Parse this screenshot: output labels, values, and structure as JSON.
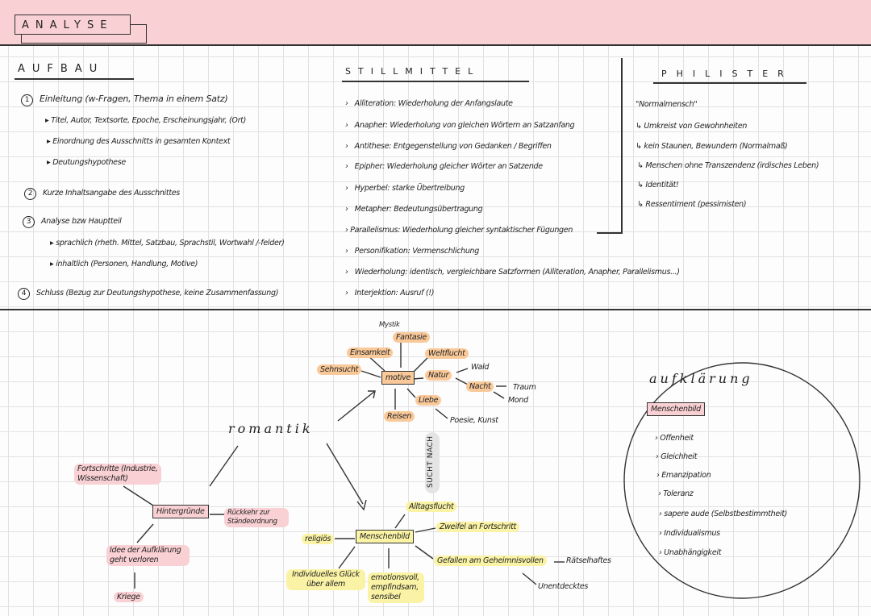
{
  "title": "ANALYSE",
  "aufbau": {
    "heading": "AUFBAU",
    "items": [
      {
        "num": "1",
        "text": "Einleitung (w-Fragen, Thema in einem Satz)"
      },
      {
        "sub": "Titel, Autor, Textsorte, Epoche, Erscheinungsjahr, (Ort)"
      },
      {
        "sub": "Einordnung des Ausschnitts in gesamten Kontext"
      },
      {
        "sub": "Deutungshypothese"
      },
      {
        "num": "2",
        "text": "Kurze Inhaltsangabe des Ausschnittes"
      },
      {
        "num": "3",
        "text": "Analyse bzw Hauptteil"
      },
      {
        "sub": "sprachlich (rheth. Mittel, Satzbau, Sprachstil, Wortwahl /-felder)"
      },
      {
        "sub": "inhaltlich (Personen, Handlung, Motive)"
      },
      {
        "num": "4",
        "text": "Schluss (Bezug zur Deutungshypothese, keine Zusammenfassung)"
      }
    ]
  },
  "stilmittel": {
    "heading": "STILLMITTEL",
    "items": [
      "Alliteration: Wiederholung der Anfangslaute",
      "Anapher: Wiederholung von gleichen Wörtern an Satzanfang",
      "Antithese: Entgegenstellung von Gedanken / Begriffen",
      "Epipher: Wiederholung gleicher Wörter an Satzende",
      "Hyperbel: starke Übertreibung",
      "Metapher: Bedeutungsübertragung",
      "Parallelismus: Wiederholung gleicher syntaktischer Fügungen",
      "Personifikation: Vermenschlichung",
      "Wiederholung: identisch, vergleichbare Satzformen (Alliteration, Anapher, Parallelismus...)",
      "Interjektion: Ausruf (!)"
    ]
  },
  "philister": {
    "heading": "PHILISTER",
    "intro": "\"Normalmensch\"",
    "items": [
      "Umkreist von Gewohnheiten",
      "kein Staunen, Bewundern (Normalmaß)",
      "Menschen ohne Transzendenz (irdisches Leben)",
      "Identität!",
      "Ressentiment (pessimisten)"
    ]
  },
  "romantik": {
    "center": "romantik",
    "motive": {
      "label": "motive",
      "items": [
        "Mystik",
        "Fantasie",
        "Einsamkeit",
        "Weltflucht",
        "Sehnsucht",
        "Natur",
        "Wald",
        "Nacht",
        "Traum",
        "Mond",
        "Liebe",
        "Reisen",
        "Poesie, Kunst"
      ]
    },
    "hintergruende": {
      "label": "Hintergründe",
      "items": [
        "Fortschritte (Industrie, Wissenschaft)",
        "Rückkehr zur Ständeordnung",
        "Idee der Aufklärung geht verloren",
        "Kriege"
      ]
    },
    "sucht_nach": "SUCHT NACH",
    "menschenbild": {
      "label": "Menschenbild",
      "items": [
        "Alltagsflucht",
        "Zweifel an Fortschritt",
        "religiös",
        "Gefallen am Geheimnisvollen",
        "Rätselhaftes",
        "Unentdecktes",
        "Individuelles Glück über allem",
        "emotionsvoll, empfindsam, sensibel"
      ]
    }
  },
  "aufklaerung": {
    "heading": "aufklärung",
    "box": "Menschenbild",
    "items": [
      "Offenheit",
      "Gleichheit",
      "Emanzipation",
      "Toleranz",
      "sapere aude (Selbstbestimmtheit)",
      "Individualismus",
      "Unabhängigkeit"
    ]
  },
  "colors": {
    "pink": "#f9d0d3",
    "orange": "#f9c99a",
    "yellow": "#faf3a5"
  }
}
